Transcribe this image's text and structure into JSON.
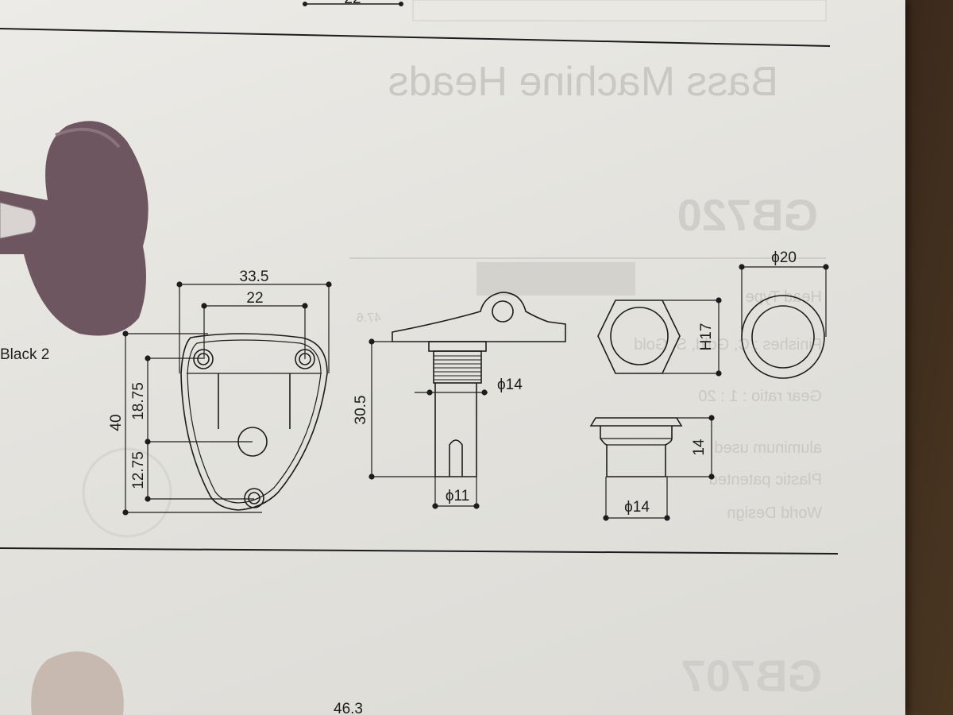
{
  "page": {
    "previous_dimension": "22",
    "caption_finish": "Black 2",
    "footer_value": "46.3"
  },
  "bleed_through": {
    "heading": "Bass Machine Heads",
    "model_top": "GB720",
    "model_bottom": "GB707",
    "left_number": "47.6",
    "spec_lines": [
      "Head Type",
      "Finishes : C, Gold, S, Gold",
      "Gear ratio : 1 : 20",
      "aluminum used",
      "Plastic patented",
      "World Design"
    ]
  },
  "baseplate": {
    "width": "33.5",
    "hole_spacing": "22",
    "height": "40",
    "upper_offset": "18.75",
    "lower_offset": "12.75"
  },
  "post": {
    "thread_diameter": "ϕ14",
    "height": "30.5",
    "shaft_diameter": "ϕ11"
  },
  "nut": {
    "hex_size": "H17"
  },
  "washer": {
    "outer_diameter": "ϕ20"
  },
  "bushing": {
    "height": "14",
    "diameter": "ϕ14"
  },
  "colors": {
    "paper": "#e6e5e0",
    "ink": "#1d1d1d",
    "bleed": "#c9c8c3",
    "key_plum": "#6e5660",
    "key_chrome": "#c7b9b0"
  }
}
